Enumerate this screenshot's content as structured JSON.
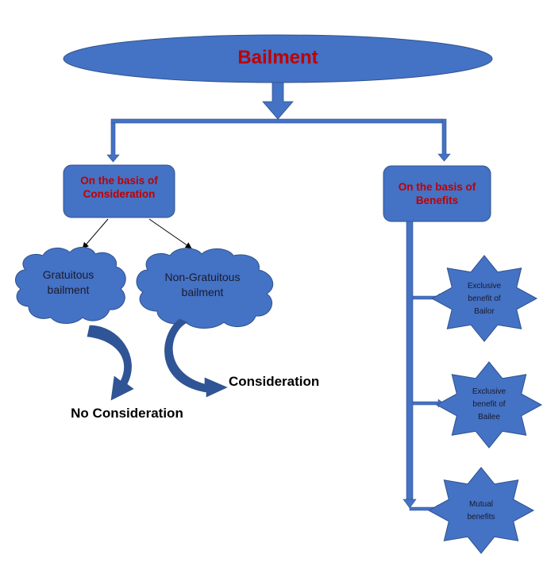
{
  "title": "Bailment",
  "colors": {
    "shape_fill": "#4472c4",
    "shape_stroke": "#2f528f",
    "title_text": "#c00000",
    "curve_arrow": "#2f5597"
  },
  "branches": {
    "consideration": {
      "label_line1": "On the basis of",
      "label_line2": "Consideration",
      "children": [
        {
          "line1": "Gratuitous",
          "line2": "bailment",
          "outcome": "No Consideration"
        },
        {
          "line1": "Non-Gratuitous",
          "line2": "bailment",
          "outcome": "Consideration"
        }
      ]
    },
    "benefits": {
      "label_line1": "On the basis of",
      "label_line2": "Benefits",
      "children": [
        {
          "line1": "Exclusive",
          "line2": "benefit of",
          "line3": "Bailor"
        },
        {
          "line1": "Exclusive",
          "line2": "benefit of",
          "line3": "Bailee"
        },
        {
          "line1": "Mutual",
          "line2": "benefits"
        }
      ]
    }
  }
}
